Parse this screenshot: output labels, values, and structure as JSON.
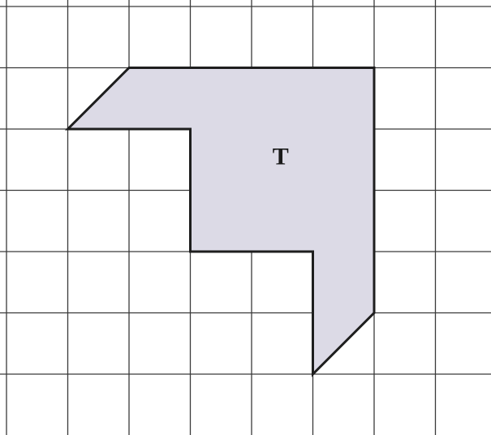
{
  "grid": {
    "columns": 8,
    "rows": 7
  },
  "shape": {
    "label": "T",
    "fill_color": "#dcdae6",
    "outline_color": "#1e1e1e",
    "vertices_grid": [
      [
        1,
        2
      ],
      [
        2,
        1
      ],
      [
        6,
        1
      ],
      [
        6,
        5
      ],
      [
        5,
        6
      ],
      [
        5,
        4
      ],
      [
        3,
        4
      ],
      [
        3,
        2
      ]
    ],
    "label_grid_position": [
      4.5,
      2.5
    ]
  },
  "colors": {
    "background": "#ffffff",
    "grid": "#3a3a3a"
  }
}
